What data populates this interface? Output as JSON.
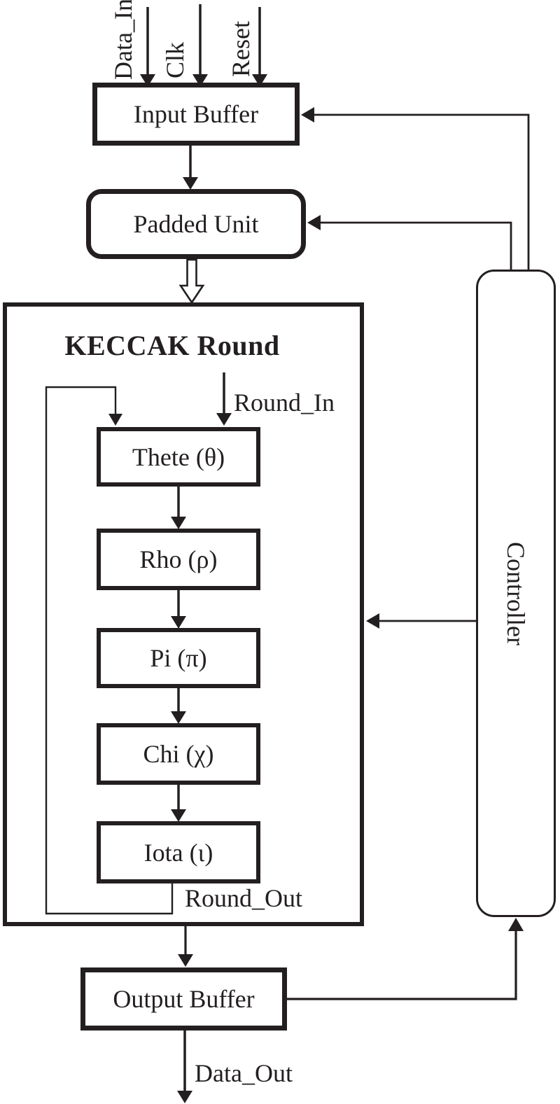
{
  "diagram": {
    "title": "KECCAK Round",
    "signals": {
      "data_in": "Data_In",
      "clk": "Clk",
      "reset": "Reset",
      "round_in": "Round_In",
      "round_out": "Round_Out",
      "data_out": "Data_Out"
    },
    "blocks": {
      "input_buffer": "Input Buffer",
      "padded_unit": "Padded Unit",
      "controller": "Controller",
      "output_buffer": "Output Buffer",
      "round_steps": [
        "Thete (θ)",
        "Rho (ρ)",
        "Pi (π)",
        "Chi (χ)",
        "Iota (ι)"
      ]
    },
    "colors": {
      "ink": "#231f20",
      "background": "#ffffff"
    }
  }
}
